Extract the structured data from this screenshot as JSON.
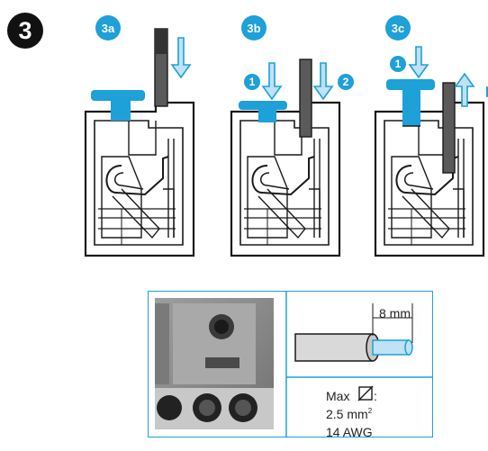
{
  "step": {
    "number": "3"
  },
  "substeps": [
    {
      "label": "3a"
    },
    {
      "label": "3b",
      "markers": [
        "1",
        "2"
      ]
    },
    {
      "label": "3c",
      "markers": [
        "1"
      ]
    }
  ],
  "spec": {
    "strip_length": "8 mm",
    "max_label": "Max",
    "max_suffix": ":",
    "cross_section_value": "2.5 mm",
    "cross_section_exp": "2",
    "awg": "14 AWG"
  },
  "colors": {
    "accent": "#1ea0d8",
    "outline": "#1a1a1a",
    "wire": "#555555"
  }
}
